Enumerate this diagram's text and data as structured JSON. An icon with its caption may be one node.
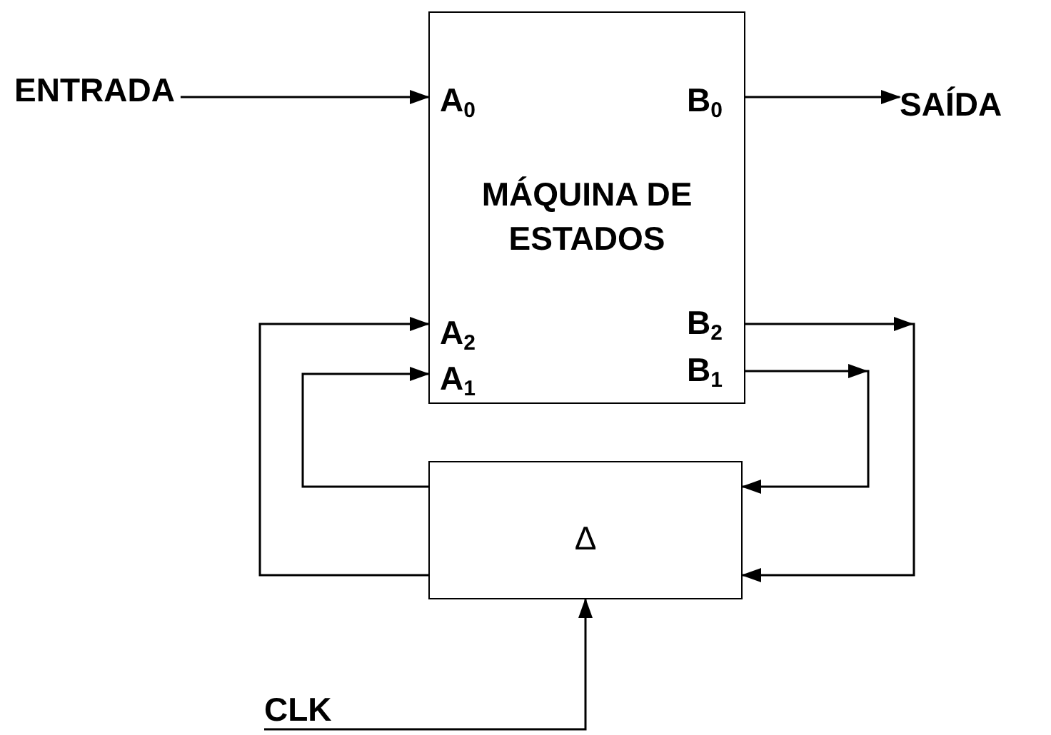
{
  "diagram": {
    "nodes": [
      {
        "text": [
          "ENTRADA"
        ]
      },
      {
        "text": [
          "A$_{0}$",
          "B$_{0}$",
          "MÁQUINA DE ESTADOS",
          "A$_{2}$",
          "B$_{2}$",
          "A$_{1}$",
          "B$_{1}$"
        ]
      },
      {
        "text": [
          "SAÍDA"
        ]
      },
      {
        "text": [
          "Δ"
        ]
      },
      {
        "text": [
          "CLK"
        ]
      }
    ],
    "edges": [
      {
        "from": 0,
        "to": 1,
        "arrow": "to"
      },
      {
        "from": 1,
        "to": 2,
        "arrow": "to"
      },
      {
        "from": 1,
        "to": 3,
        "arrow": "to"
      },
      {
        "from": 1,
        "to": 3,
        "arrow": "to"
      },
      {
        "from": 3,
        "to": 1,
        "arrow": "to"
      },
      {
        "from": 3,
        "to": 1,
        "arrow": "to"
      },
      {
        "from": 4,
        "to": 3,
        "arrow": "to"
      }
    ]
  }
}
